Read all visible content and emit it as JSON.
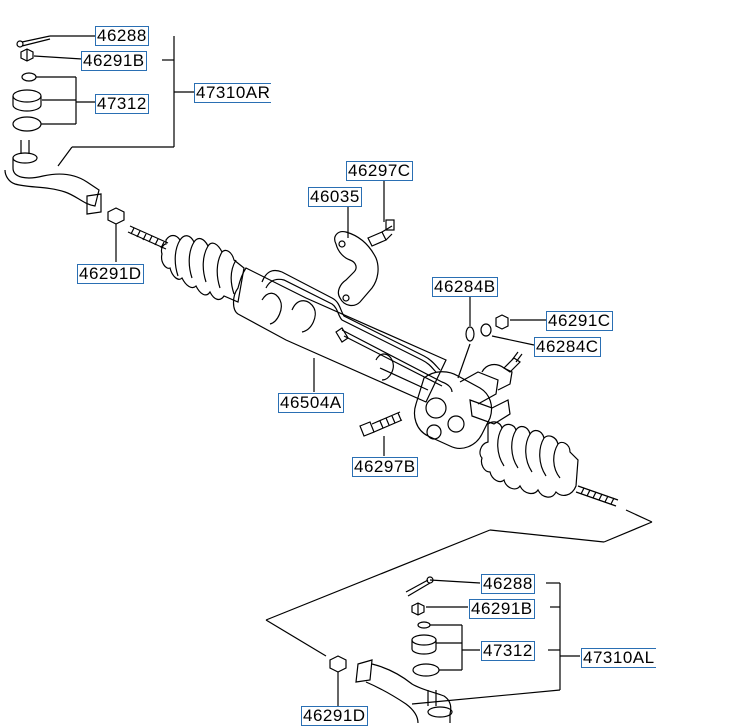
{
  "colors": {
    "label_border": "#2a6fb3",
    "line": "#000000",
    "background": "#ffffff"
  },
  "labels": {
    "p46288_top": "46288",
    "p46291B_top": "46291B",
    "p47312_top": "47312",
    "p47310AR": "47310AR",
    "p46291D_top": "46291D",
    "p46297C": "46297C",
    "p46035": "46035",
    "p46284B": "46284B",
    "p46291C": "46291C",
    "p46284C": "46284C",
    "p46504A": "46504A",
    "p46297B": "46297B",
    "p46288_bottom": "46288",
    "p46291B_bottom": "46291B",
    "p47312_bottom": "47312",
    "p47310AL": "47310AL",
    "p46291D_bottom": "46291D"
  }
}
